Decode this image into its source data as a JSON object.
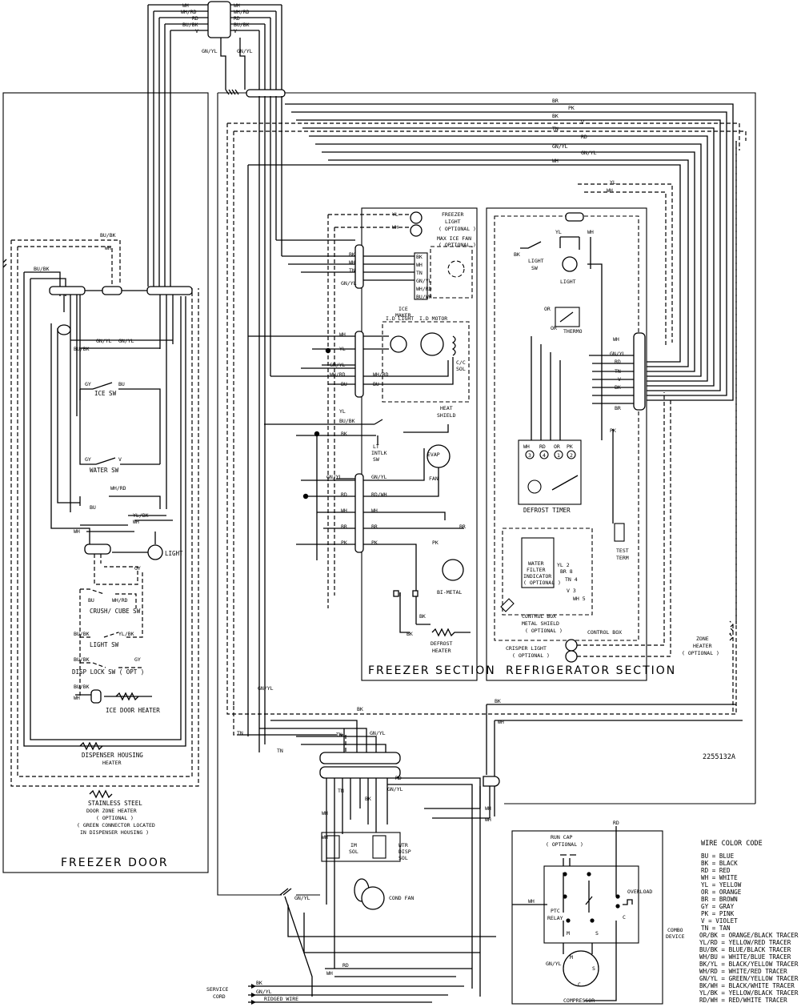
{
  "diagram_id": "2255132A",
  "sections": {
    "freezer_door": "FREEZER DOOR",
    "freezer_section": "FREEZER SECTION",
    "refrigerator_section": "REFRIGERATOR SECTION"
  },
  "top_connector_wires": [
    "WH",
    "WH/RD",
    "RD",
    "BU/BK",
    "V"
  ],
  "top_connector_wires_right": [
    "WH",
    "WH/RD",
    "RD",
    "BU/BK",
    "V"
  ],
  "ground_labels": [
    "GN/YL",
    "GN/YL"
  ],
  "main_bus_wires": [
    "BR",
    "PK",
    "BK",
    "V",
    "TN",
    "RD",
    "GN/YL",
    "GN/YL",
    "WH"
  ],
  "freezer_door": {
    "wires": [
      "BU/BK",
      "WH",
      "BU/BK",
      "GN/YL",
      "GN/YL",
      "BU/BK",
      "GY",
      "BU",
      "GY",
      "V",
      "WH/RD",
      "BU",
      "YL/BK",
      "WH",
      "WH",
      "GY",
      "WH/RD",
      "BU",
      "BU/BK",
      "YL/BK",
      "BU/BK",
      "GY",
      "BU/BK",
      "WH"
    ],
    "ice_sw": "ICE SW",
    "water_sw": "WATER SW",
    "light": "LIGHT",
    "crush_cube_sw": "CRUSH/ CUBE SW",
    "light_sw": "LIGHT SW",
    "disp_lock_sw": "DISP LOCK SW ( OPT )",
    "ice_door_heater": "ICE DOOR HEATER",
    "dispenser_housing_heater_1": "DISPENSER HOUSING",
    "dispenser_housing_heater_2": "HEATER",
    "stainless_1": "STAINLESS STEEL",
    "stainless_2": "DOOR ZONE HEATER",
    "stainless_3": "( OPTIONAL )",
    "stainless_4": "( GREEN CONNECTOR LOCATED",
    "stainless_5": "IN DISPENSER HOUSING )"
  },
  "freezer": {
    "light_1": "FREEZER",
    "light_2": "LIGHT",
    "light_3": "( OPTIONAL )",
    "max_ice_fan_1": "MAX ICE FAN",
    "max_ice_fan_2": "( OPTIONAL )",
    "ice_maker_1": "ICE",
    "ice_maker_2": "MAKER",
    "id_light": "I.D LIGHT",
    "id_motor": "I.D MOTOR",
    "cc_sol_1": "C/C",
    "cc_sol_2": "SOL",
    "heat_shield_1": "HEAT",
    "heat_shield_2": "SHIELD",
    "lt_intlk_1": "LT",
    "lt_intlk_2": "INTLK",
    "lt_intlk_3": "SW",
    "evap_fan_1": "EVAP",
    "evap_fan_2": "FAN",
    "bi_metal": "BI-METAL",
    "defrost_heater_1": "DEFROST",
    "defrost_heater_2": "HEATER",
    "icemaker_wires": [
      "BK",
      "WH",
      "TN",
      "GN/YL",
      "WH/RD",
      "BU/WH"
    ],
    "conn_wires_left": [
      "BK",
      "WH",
      "TN",
      "GN/YL"
    ],
    "wires": [
      "YL",
      "WH",
      "WH",
      "BK",
      "WH",
      "YL",
      "GN/YL",
      "WH/RD",
      "BU",
      "WH/RD",
      "BU",
      "YL",
      "BU/BK",
      "BK",
      "GN/YL",
      "GN/YL",
      "RD",
      "WH",
      "BR",
      "PK",
      "GN/YL",
      "RD/WH",
      "WH",
      "BR",
      "PK",
      "BR",
      "PK",
      "BK",
      "BK"
    ]
  },
  "refrigerator": {
    "light_sw_1": "LIGHT",
    "light_sw_2": "SW",
    "light": "LIGHT",
    "thermo": "THERMO",
    "defrost_timer": "DEFROST TIMER",
    "timer_wires": [
      "WH",
      "RD",
      "OR",
      "PK"
    ],
    "timer_terminals": [
      "3",
      "4",
      "1",
      "2"
    ],
    "test_term_1": "TEST",
    "test_term_2": "TERM",
    "water_filter_1": "WATER",
    "water_filter_2": "FILTER",
    "water_filter_3": "INDICATOR",
    "water_filter_4": "( OPTIONAL )",
    "wf_terms": [
      "YL 2",
      "BR 8",
      "TN 4",
      "V 3",
      "WH 5"
    ],
    "control_box_1": "CONTROL BOX",
    "control_box_2": "METAL SHIELD",
    "control_box_3": "( OPTIONAL )",
    "control_box_label": "CONTROL BOX",
    "crisper_light_1": "CRISPER LIGHT",
    "crisper_light_2": "( OPTIONAL )",
    "conn_wires": [
      "WH",
      "GN/YL",
      "RD",
      "TN",
      "V",
      "BK",
      "BR"
    ],
    "wires": [
      "YL",
      "WH",
      "BK",
      "YL",
      "WH",
      "BK",
      "OR",
      "PK"
    ]
  },
  "zone_heater_1": "ZONE",
  "zone_heater_2": "HEATER",
  "zone_heater_3": "( OPTIONAL )",
  "lower": {
    "bottom_wires": [
      "GN/YL",
      "TN",
      "BK",
      "TN",
      "GN/YL",
      "BK",
      "GN/YL",
      "RD",
      "WH",
      "TN",
      "BK",
      "GN/YL",
      "RD",
      "WH",
      "WH",
      "WH",
      "WH",
      "TN",
      "WH",
      "RD",
      "BK",
      "WH",
      "RD",
      "WH",
      "WH"
    ],
    "im_sol_1": "IM",
    "im_sol_2": "SOL",
    "wtr_disp_sol_1": "WTR",
    "wtr_disp_sol_2": "DISP",
    "wtr_disp_sol_3": "SOL",
    "cond_fan": "COND FAN",
    "run_cap_1": "RUN CAP",
    "run_cap_2": "( OPTIONAL )",
    "overload": "OVERLOAD",
    "ptc_relay_1": "PTC",
    "ptc_relay_2": "RELAY",
    "combo_device_1": "COMBO",
    "combo_device_2": "DEVICE",
    "compressor": "COMPRESSOR",
    "terminals": [
      "M",
      "S",
      "C",
      "M",
      "S",
      "C"
    ],
    "service_cord_1": "SERVICE",
    "service_cord_2": "CORD",
    "cord_wires": [
      "BK",
      "GN/YL",
      "RIDGED WIRE"
    ],
    "gn_yl": "GN/YL",
    "wh": "WH"
  },
  "wire_color_code": {
    "title": "WIRE COLOR CODE",
    "entries": [
      "BU = BLUE",
      "BK = BLACK",
      "RD = RED",
      "WH = WHITE",
      "YL = YELLOW",
      "OR = ORANGE",
      "BR = BROWN",
      "GY = GRAY",
      "PK = PINK",
      "V  = VIOLET",
      "TN = TAN",
      "OR/BK = ORANGE/BLACK TRACER",
      "YL/RD = YELLOW/RED TRACER",
      "BU/BK = BLUE/BLACK TRACER",
      "WH/BU = WHITE/BLUE TRACER",
      "BK/YL = BLACK/YELLOW TRACER",
      "WH/RD = WHITE/RED TRACER",
      "GN/YL = GREEN/YELLOW TRACER",
      "BK/WH = BLACK/WHITE TRACER",
      "YL/BK = YELLOW/BLACK TRACER",
      "RD/WH = RED/WHITE TRACER"
    ]
  }
}
